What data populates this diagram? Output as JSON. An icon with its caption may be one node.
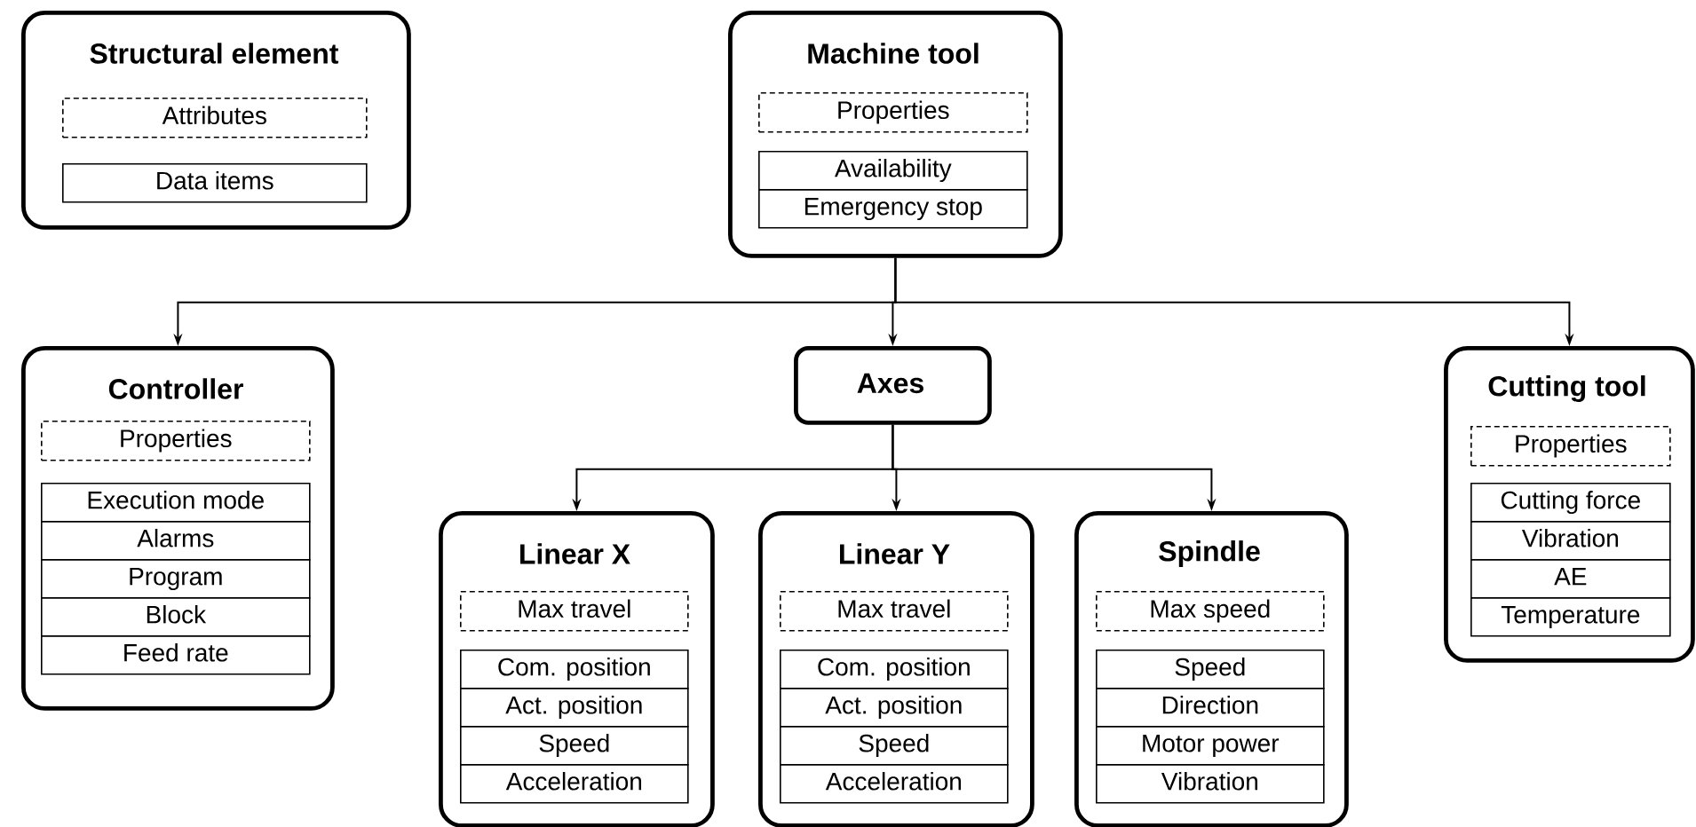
{
  "diagram": {
    "nodes": [
      {
        "text": [
          "Structural element"
        ]
      },
      {
        "text": [
          "Attributes"
        ],
        "in": 0
      },
      {
        "text": [
          "Data items"
        ],
        "in": 0
      },
      {
        "text": [
          "Machine tool"
        ]
      },
      {
        "text": [
          "Properties"
        ],
        "in": 3
      },
      {
        "text": [
          "Availability"
        ],
        "in": 3
      },
      {
        "text": [
          "Emergency stop"
        ],
        "in": 3
      },
      {
        "text": [
          "Controller"
        ]
      },
      {
        "text": [
          "Properties"
        ],
        "in": 7
      },
      {
        "text": [
          "Execution mode"
        ],
        "in": 7
      },
      {
        "text": [
          "Alarms"
        ],
        "in": 7
      },
      {
        "text": [
          "Program"
        ],
        "in": 7
      },
      {
        "text": [
          "Block"
        ],
        "in": 7
      },
      {
        "text": [
          "Feed rate"
        ],
        "in": 7
      },
      {
        "text": [
          "Axes"
        ]
      },
      {
        "text": [
          "Cutting tool"
        ]
      },
      {
        "text": [
          "Properties"
        ],
        "in": 15
      },
      {
        "text": [
          "Cutting force"
        ],
        "in": 15
      },
      {
        "text": [
          "Vibration"
        ],
        "in": 15
      },
      {
        "text": [
          "AE"
        ],
        "in": 15
      },
      {
        "text": [
          "Temperature"
        ],
        "in": 15
      },
      {
        "text": [
          "Linear X"
        ]
      },
      {
        "text": [
          "Max travel"
        ],
        "in": 21
      },
      {
        "text": [
          "Com. position"
        ],
        "in": 21
      },
      {
        "text": [
          "Act.  position"
        ],
        "in": 21
      },
      {
        "text": [
          "Speed"
        ],
        "in": 21
      },
      {
        "text": [
          "Acceleration"
        ],
        "in": 21
      },
      {
        "text": [
          "Linear Y"
        ]
      },
      {
        "text": [
          "Max travel"
        ],
        "in": 27
      },
      {
        "text": [
          "Com. position"
        ],
        "in": 27
      },
      {
        "text": [
          "Act.  position"
        ],
        "in": 27
      },
      {
        "text": [
          "Speed"
        ],
        "in": 27
      },
      {
        "text": [
          "Acceleration"
        ],
        "in": 27
      },
      {
        "text": [
          "Spindle"
        ]
      },
      {
        "text": [
          "Max speed"
        ],
        "in": 33
      },
      {
        "text": [
          "Speed"
        ],
        "in": 33
      },
      {
        "text": [
          "Direction"
        ],
        "in": 33
      },
      {
        "text": [
          "Motor power"
        ],
        "in": 33
      },
      {
        "text": [
          "Vibration"
        ],
        "in": 33
      }
    ],
    "edges": [
      {
        "from": 3,
        "to": 7,
        "arrow": "to"
      },
      {
        "from": 3,
        "to": 14,
        "arrow": "to"
      },
      {
        "from": 3,
        "to": 15,
        "arrow": "to"
      },
      {
        "from": 14,
        "to": 21,
        "arrow": "to"
      },
      {
        "from": 14,
        "to": 27,
        "arrow": "to"
      },
      {
        "from": 14,
        "to": 33,
        "arrow": "to"
      }
    ]
  }
}
